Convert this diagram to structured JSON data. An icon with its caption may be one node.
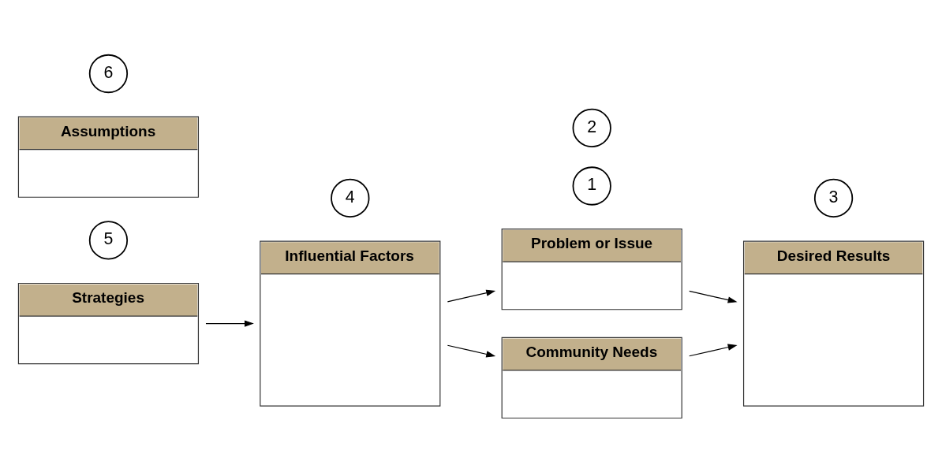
{
  "diagram": {
    "nodes": [
      {
        "text": [
          "Strategies"
        ]
      },
      {
        "text": [
          "5"
        ]
      },
      {
        "text": [
          "Assumptions"
        ]
      },
      {
        "text": [
          "6"
        ]
      },
      {
        "text": [
          "Influential Factors"
        ]
      },
      {
        "text": [
          "4"
        ]
      },
      {
        "text": [
          "Problem or Issue"
        ]
      },
      {
        "text": [
          "1"
        ]
      },
      {
        "text": [
          "Desired Results"
        ]
      },
      {
        "text": [
          "3"
        ]
      },
      {
        "text": [
          "Community Needs"
        ]
      },
      {
        "text": [
          "2"
        ]
      }
    ],
    "edges": [
      {
        "from": 0,
        "to": 4,
        "arrow": "to"
      },
      {
        "from": 4,
        "to": 6,
        "arrow": "to"
      },
      {
        "from": 4,
        "to": 10,
        "arrow": "to"
      },
      {
        "from": 6,
        "to": 8,
        "arrow": "to"
      },
      {
        "from": 10,
        "to": 8,
        "arrow": "to"
      }
    ]
  }
}
